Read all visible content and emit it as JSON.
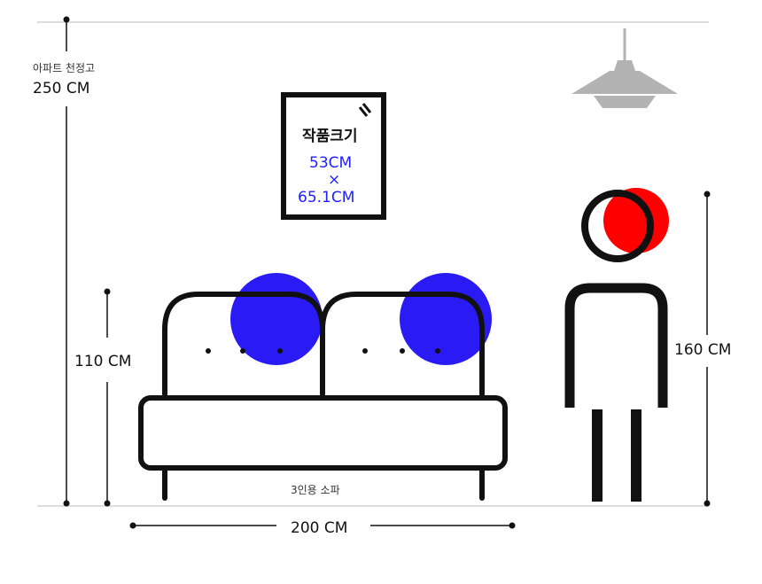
{
  "ceiling": {
    "label": "아파트 천정고",
    "value": "250 CM"
  },
  "artwork": {
    "title": "작품크기",
    "width": "53CM",
    "times": "×",
    "height": "65.1CM"
  },
  "sofa": {
    "label": "3인용 소파",
    "height": "110 CM",
    "width": "200 CM"
  },
  "person": {
    "height": "160 CM"
  },
  "colors": {
    "accent_blue": "#2a1bf5",
    "accent_red": "#ff0000",
    "line": "#111111",
    "lamp": "#b3b3b3",
    "guide": "#bbbbbb"
  }
}
